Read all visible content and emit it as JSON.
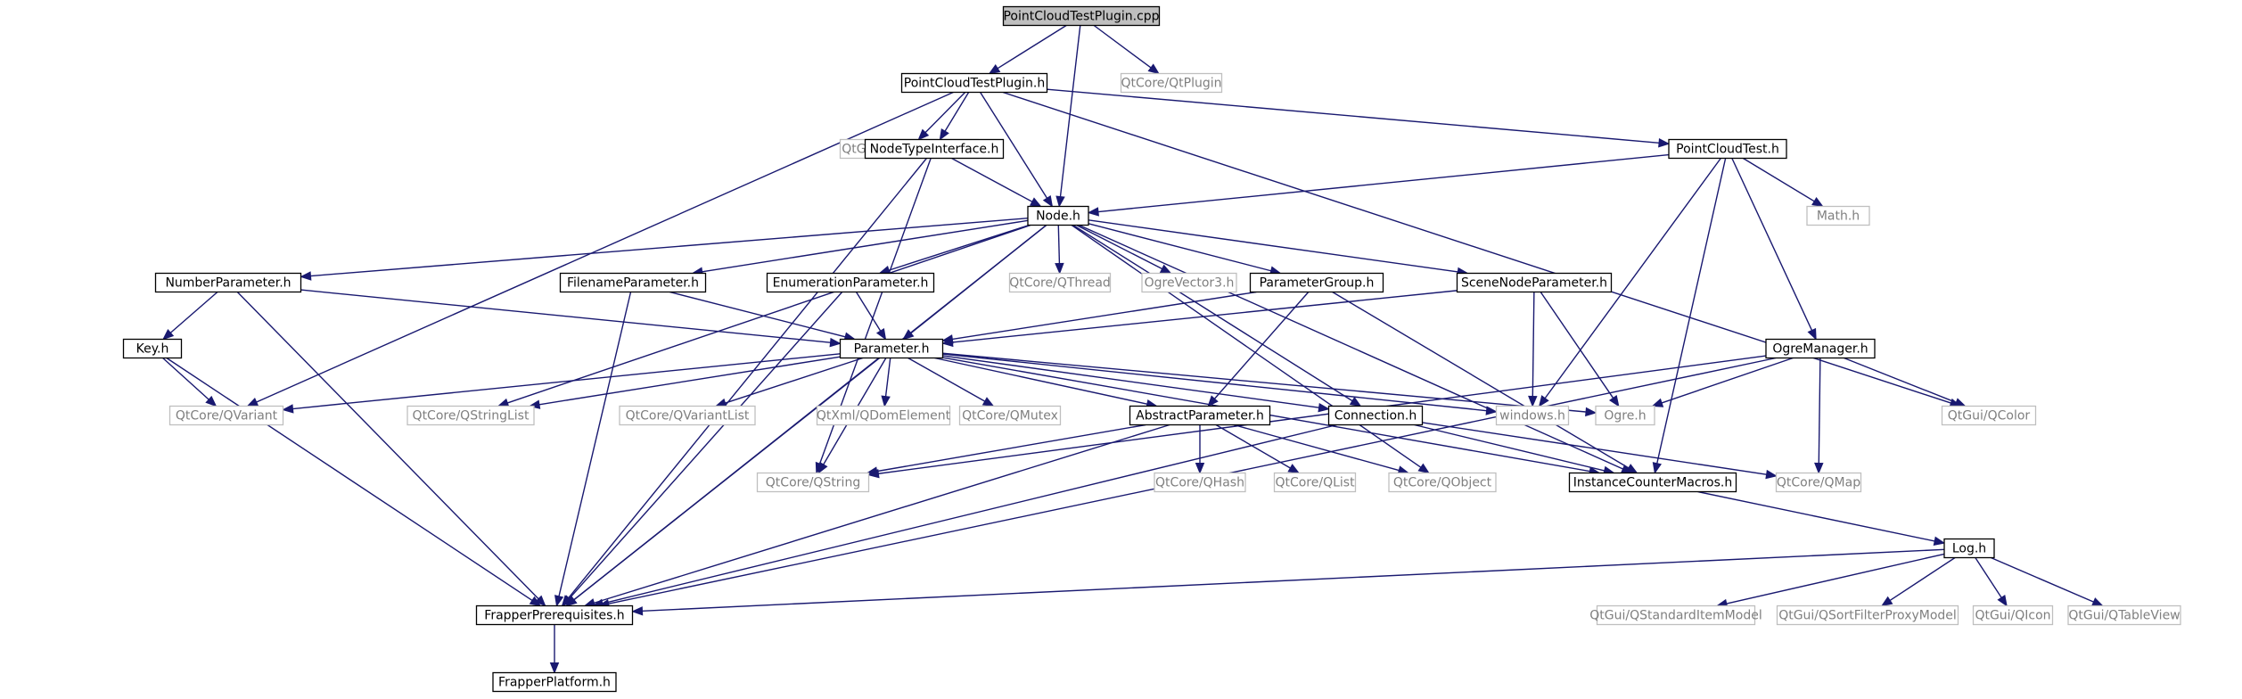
{
  "colors": {
    "edge": "#191970",
    "box_border": "#000000",
    "ghost_border": "#bfbfbf",
    "ghost_text": "#7f7f7f",
    "root_fill": "#bfbfbf",
    "text": "#000000"
  },
  "nodes": [
    {
      "id": "root",
      "label": "PointCloudTestPlugin.cpp",
      "style": "root"
    },
    {
      "id": "plugin_h",
      "label": "PointCloudTestPlugin.h",
      "style": "normal"
    },
    {
      "id": "qtplugin",
      "label": "QtCore/QtPlugin",
      "style": "ghost"
    },
    {
      "id": "qstandarditem",
      "label": "QtGui/QStandardItem",
      "style": "ghost"
    },
    {
      "id": "nodetypeif",
      "label": "NodeTypeInterface.h",
      "style": "normal"
    },
    {
      "id": "pctest",
      "label": "PointCloudTest.h",
      "style": "normal"
    },
    {
      "id": "node",
      "label": "Node.h",
      "style": "normal"
    },
    {
      "id": "math",
      "label": "Math.h",
      "style": "ghost"
    },
    {
      "id": "numparam",
      "label": "NumberParameter.h",
      "style": "normal"
    },
    {
      "id": "fileparam",
      "label": "FilenameParameter.h",
      "style": "normal"
    },
    {
      "id": "enumparam",
      "label": "EnumerationParameter.h",
      "style": "normal"
    },
    {
      "id": "qthread",
      "label": "QtCore/QThread",
      "style": "ghost"
    },
    {
      "id": "ogrevec3",
      "label": "OgreVector3.h",
      "style": "ghost"
    },
    {
      "id": "paramgroup",
      "label": "ParameterGroup.h",
      "style": "normal"
    },
    {
      "id": "scenenode",
      "label": "SceneNodeParameter.h",
      "style": "normal"
    },
    {
      "id": "key",
      "label": "Key.h",
      "style": "normal"
    },
    {
      "id": "parameter",
      "label": "Parameter.h",
      "style": "normal"
    },
    {
      "id": "ogremanager",
      "label": "OgreManager.h",
      "style": "normal"
    },
    {
      "id": "qvariant",
      "label": "QtCore/QVariant",
      "style": "ghost"
    },
    {
      "id": "qstringlist",
      "label": "QtCore/QStringList",
      "style": "ghost"
    },
    {
      "id": "qvariantlist",
      "label": "QtCore/QVariantList",
      "style": "ghost"
    },
    {
      "id": "qdom",
      "label": "QtXml/QDomElement",
      "style": "ghost"
    },
    {
      "id": "qmutex",
      "label": "QtCore/QMutex",
      "style": "ghost"
    },
    {
      "id": "abstractparam",
      "label": "AbstractParameter.h",
      "style": "normal"
    },
    {
      "id": "connection",
      "label": "Connection.h",
      "style": "normal"
    },
    {
      "id": "windows",
      "label": "windows.h",
      "style": "ghost"
    },
    {
      "id": "ogre",
      "label": "Ogre.h",
      "style": "ghost"
    },
    {
      "id": "qcolor",
      "label": "QtGui/QColor",
      "style": "ghost"
    },
    {
      "id": "qstring",
      "label": "QtCore/QString",
      "style": "ghost"
    },
    {
      "id": "qhash",
      "label": "QtCore/QHash",
      "style": "ghost"
    },
    {
      "id": "qlist",
      "label": "QtCore/QList",
      "style": "ghost"
    },
    {
      "id": "qobject",
      "label": "QtCore/QObject",
      "style": "ghost"
    },
    {
      "id": "instancecounter",
      "label": "InstanceCounterMacros.h",
      "style": "normal"
    },
    {
      "id": "qmap",
      "label": "QtCore/QMap",
      "style": "ghost"
    },
    {
      "id": "log",
      "label": "Log.h",
      "style": "normal"
    },
    {
      "id": "frapperprereq",
      "label": "FrapperPrerequisites.h",
      "style": "normal"
    },
    {
      "id": "qstditemmodel",
      "label": "QtGui/QStandardItemModel",
      "style": "ghost"
    },
    {
      "id": "qsortfilter",
      "label": "QtGui/QSortFilterProxyModel",
      "style": "ghost"
    },
    {
      "id": "qicon",
      "label": "QtGui/QIcon",
      "style": "ghost"
    },
    {
      "id": "qtableview",
      "label": "QtGui/QTableView",
      "style": "ghost"
    },
    {
      "id": "frapperplatform",
      "label": "FrapperPlatform.h",
      "style": "normal"
    }
  ],
  "edges": [
    [
      "root",
      "plugin_h"
    ],
    [
      "root",
      "node"
    ],
    [
      "root",
      "qtplugin"
    ],
    [
      "plugin_h",
      "qstandarditem"
    ],
    [
      "plugin_h",
      "nodetypeif"
    ],
    [
      "plugin_h",
      "node"
    ],
    [
      "plugin_h",
      "pctest"
    ],
    [
      "plugin_h",
      "qvariant"
    ],
    [
      "plugin_h",
      "qcolor"
    ],
    [
      "nodetypeif",
      "node"
    ],
    [
      "nodetypeif",
      "qstring"
    ],
    [
      "nodetypeif",
      "frapperprereq"
    ],
    [
      "pctest",
      "node"
    ],
    [
      "pctest",
      "math"
    ],
    [
      "pctest",
      "ogremanager"
    ],
    [
      "pctest",
      "windows"
    ],
    [
      "pctest",
      "instancecounter"
    ],
    [
      "node",
      "numparam"
    ],
    [
      "node",
      "fileparam"
    ],
    [
      "node",
      "enumparam"
    ],
    [
      "node",
      "qthread"
    ],
    [
      "node",
      "ogrevec3"
    ],
    [
      "node",
      "paramgroup"
    ],
    [
      "node",
      "scenenode"
    ],
    [
      "node",
      "parameter"
    ],
    [
      "node",
      "qstringlist"
    ],
    [
      "node",
      "connection"
    ],
    [
      "node",
      "instancecounter"
    ],
    [
      "node",
      "qobject"
    ],
    [
      "node",
      "frapperprereq"
    ],
    [
      "numparam",
      "key"
    ],
    [
      "numparam",
      "parameter"
    ],
    [
      "numparam",
      "frapperprereq"
    ],
    [
      "fileparam",
      "parameter"
    ],
    [
      "fileparam",
      "frapperprereq"
    ],
    [
      "enumparam",
      "parameter"
    ],
    [
      "enumparam",
      "frapperprereq"
    ],
    [
      "paramgroup",
      "parameter"
    ],
    [
      "paramgroup",
      "abstractparam"
    ],
    [
      "paramgroup",
      "instancecounter"
    ],
    [
      "scenenode",
      "parameter"
    ],
    [
      "scenenode",
      "windows"
    ],
    [
      "scenenode",
      "ogre"
    ],
    [
      "key",
      "qvariant"
    ],
    [
      "key",
      "frapperprereq"
    ],
    [
      "parameter",
      "qvariant"
    ],
    [
      "parameter",
      "qstringlist"
    ],
    [
      "parameter",
      "qvariantlist"
    ],
    [
      "parameter",
      "qdom"
    ],
    [
      "parameter",
      "qmutex"
    ],
    [
      "parameter",
      "abstractparam"
    ],
    [
      "parameter",
      "connection"
    ],
    [
      "parameter",
      "windows"
    ],
    [
      "parameter",
      "ogre"
    ],
    [
      "parameter",
      "qstring"
    ],
    [
      "parameter",
      "instancecounter"
    ],
    [
      "parameter",
      "frapperprereq"
    ],
    [
      "abstractparam",
      "qstring"
    ],
    [
      "abstractparam",
      "qhash"
    ],
    [
      "abstractparam",
      "qlist"
    ],
    [
      "abstractparam",
      "qobject"
    ],
    [
      "abstractparam",
      "frapperprereq"
    ],
    [
      "connection",
      "instancecounter"
    ],
    [
      "connection",
      "qmap"
    ],
    [
      "connection",
      "frapperprereq"
    ],
    [
      "ogremanager",
      "ogre"
    ],
    [
      "ogremanager",
      "qcolor"
    ],
    [
      "ogremanager",
      "qmap"
    ],
    [
      "ogremanager",
      "qstring"
    ],
    [
      "ogremanager",
      "frapperprereq"
    ],
    [
      "instancecounter",
      "log"
    ],
    [
      "log",
      "frapperprereq"
    ],
    [
      "log",
      "qstditemmodel"
    ],
    [
      "log",
      "qsortfilter"
    ],
    [
      "log",
      "qicon"
    ],
    [
      "log",
      "qtableview"
    ],
    [
      "frapperprereq",
      "frapperplatform"
    ]
  ]
}
